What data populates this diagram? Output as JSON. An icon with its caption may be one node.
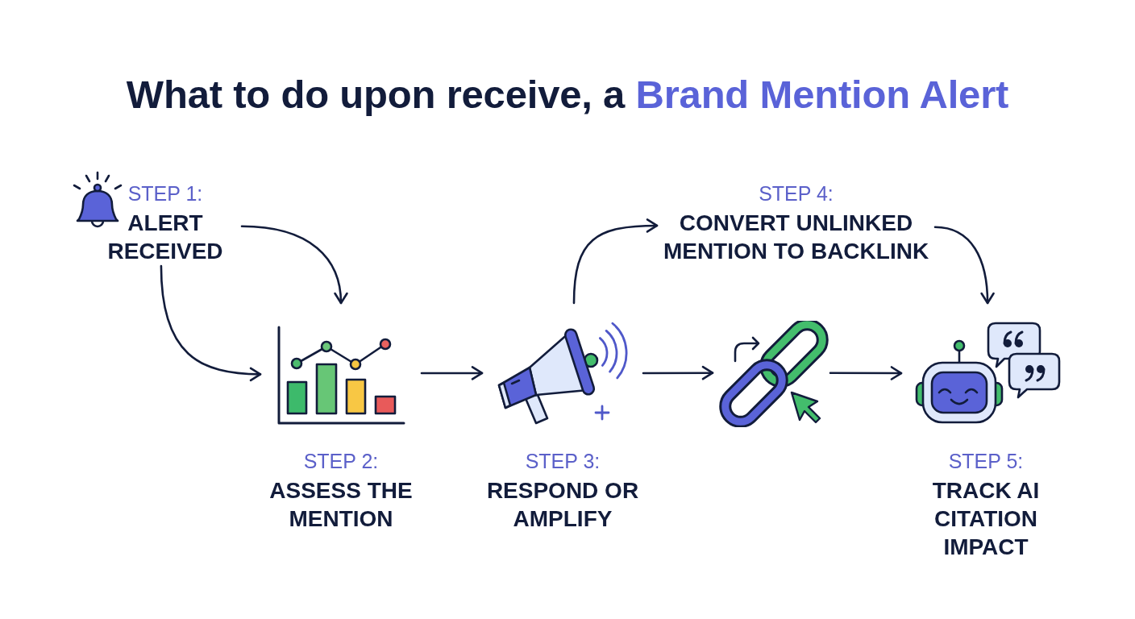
{
  "diagram": {
    "title": "What to do upon receive, a **Brand Mention Alert**",
    "nodes": [
      {
        "text": [
          "STEP 1:",
          "ALERT RECEIVED"
        ]
      },
      {
        "text": [
          "STEP 2:",
          "ASSESS THE MENTION"
        ]
      },
      {
        "text": [
          "STEP 3:",
          "RESPOND OR AMPLIFY"
        ]
      },
      {
        "text": [
          "STEP 4:",
          "CONVERT UNLINKED MENTION TO BACKLINK"
        ]
      },
      {
        "text": [],
        "shape": "picture"
      },
      {
        "text": [
          "STEP 5:",
          "TRACK AI CITATION IMPACT"
        ]
      }
    ],
    "edges": [
      {
        "from": 0,
        "to": 1,
        "arrow": "to"
      },
      {
        "from": 0,
        "to": 1,
        "arrow": "to"
      },
      {
        "from": 1,
        "to": 2,
        "arrow": "to"
      },
      {
        "from": 2,
        "to": 3,
        "arrow": "to"
      },
      {
        "from": 2,
        "to": 4,
        "arrow": "to"
      },
      {
        "from": 4,
        "to": 5,
        "arrow": "to"
      },
      {
        "from": 3,
        "to": 5,
        "arrow": "to"
      }
    ]
  }
}
